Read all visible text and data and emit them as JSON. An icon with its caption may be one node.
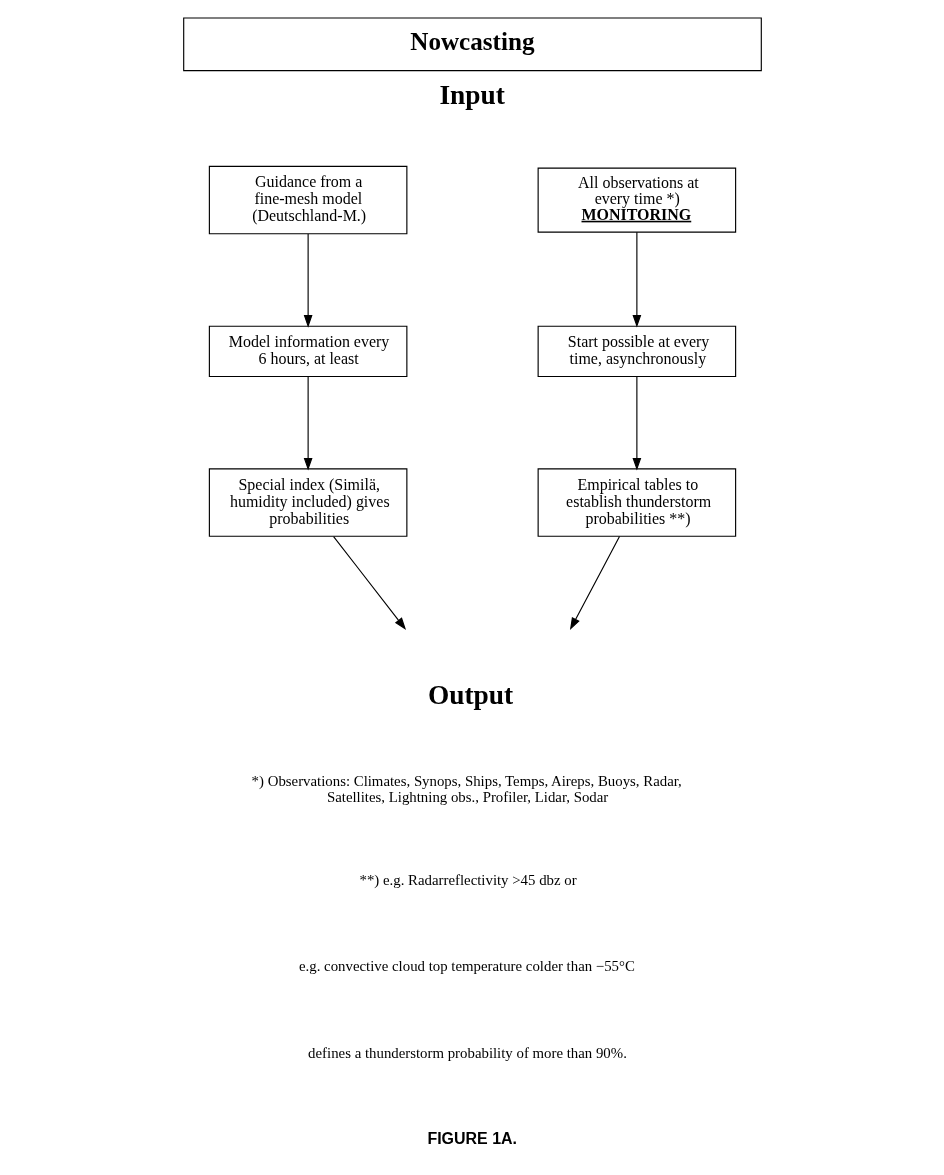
{
  "diagram": {
    "title": "Nowcasting",
    "caption": "FIGURE 1A.",
    "nodes": [
      {
        "text": [
          "Guidance from a fine-mesh model (Deutschland-M.)"
        ]
      },
      {
        "text": [
          "Model information every 6 hours, at least"
        ]
      },
      {
        "text": [
          "Special index (Similä, humidity included) gives probabilities"
        ]
      },
      {
        "text": [
          "All observations at every time *)",
          "MONITORING"
        ]
      },
      {
        "text": [
          "Start possible at every time, asynchronously"
        ]
      },
      {
        "text": [
          "Empirical tables to establish thunderstorm probabilities **)"
        ]
      }
    ],
    "edges": [
      {
        "from": 0,
        "to": 1,
        "arrow": "to"
      },
      {
        "from": 1,
        "to": 2,
        "arrow": "to"
      },
      {
        "from": 3,
        "to": 4,
        "arrow": "to"
      },
      {
        "from": 4,
        "to": 5,
        "arrow": "to"
      },
      {
        "from": 2,
        "to": null,
        "arrow": "to"
      },
      {
        "from": 5,
        "to": null,
        "arrow": "to"
      }
    ],
    "labels": [
      "Input",
      "Output",
      "*) Observations: Climates, Synops, Ships, Temps, Aireps, Buoys, Radar, Satellites, Lightning obs., Profiler, Lidar, Sodar",
      "**) e.g. Radarreflectivity >45 dbz or",
      "e.g. convective cloud top temperature colder than −55°C",
      "defines a thunderstorm probability of more than 90%."
    ]
  }
}
